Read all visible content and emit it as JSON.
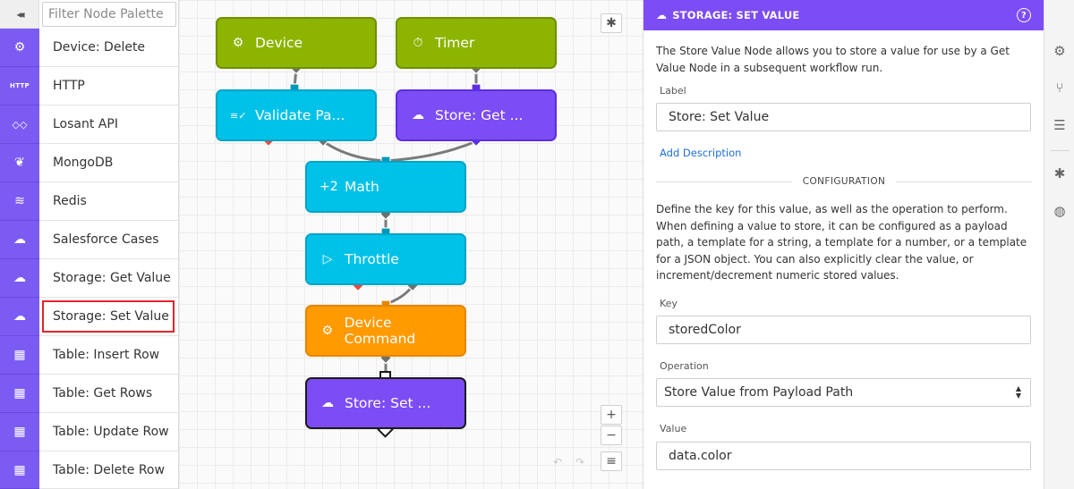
{
  "palette": {
    "collapse_glyph": "◂◂",
    "filter_placeholder": "Filter Node Palette",
    "items": [
      {
        "label": "Device: Delete",
        "icon": "chip-icon",
        "glyph": "⚙"
      },
      {
        "label": "HTTP",
        "icon": "http-icon",
        "glyph": "HTTP"
      },
      {
        "label": "Losant API",
        "icon": "losant-api-icon",
        "glyph": "◇◇"
      },
      {
        "label": "MongoDB",
        "icon": "mongodb-leaf-icon",
        "glyph": "❦"
      },
      {
        "label": "Redis",
        "icon": "redis-stack-icon",
        "glyph": "≋"
      },
      {
        "label": "Salesforce Cases",
        "icon": "salesforce-cloud-icon",
        "glyph": "☁"
      },
      {
        "label": "Storage: Get Value",
        "icon": "cloud-download-icon",
        "glyph": "☁"
      },
      {
        "label": "Storage: Set Value",
        "icon": "cloud-upload-icon",
        "glyph": "☁"
      },
      {
        "label": "Table: Insert Row",
        "icon": "table-insert-icon",
        "glyph": "▦"
      },
      {
        "label": "Table: Get Rows",
        "icon": "table-get-icon",
        "glyph": "▦"
      },
      {
        "label": "Table: Update Row",
        "icon": "table-update-icon",
        "glyph": "▦"
      },
      {
        "label": "Table: Delete Row",
        "icon": "table-delete-icon",
        "glyph": "▦"
      }
    ],
    "selected_label": "Storage: Set Value"
  },
  "canvas": {
    "nodes": {
      "device": {
        "label": "Device",
        "glyph": "⚙"
      },
      "timer": {
        "label": "Timer",
        "glyph": "⏱"
      },
      "validate": {
        "label": "Validate Pa...",
        "glyph": "≡✓"
      },
      "store_get": {
        "label": "Store: Get ...",
        "glyph": "☁"
      },
      "math": {
        "label": "Math",
        "glyph": "+2"
      },
      "throttle": {
        "label": "Throttle",
        "glyph": "▷"
      },
      "device_command": {
        "label": "Device Command",
        "glyph": "⚙"
      },
      "store_set": {
        "label": "Store: Set ...",
        "glyph": "☁"
      }
    },
    "debug_glyph": "✱",
    "zoom_in_glyph": "+",
    "zoom_out_glyph": "−",
    "undo_glyph": "↶",
    "redo_glyph": "↷",
    "menu_glyph": "≡"
  },
  "panel": {
    "title": "STORAGE: SET VALUE",
    "help_glyph": "?",
    "description": "The Store Value Node allows you to store a value for use by a Get Value Node in a subsequent workflow run.",
    "label_caption": "Label",
    "label_value": "Store: Set Value",
    "add_description": "Add Description",
    "configuration_heading": "CONFIGURATION",
    "configuration_text": "Define the key for this value, as well as the operation to perform. When defining a value to store, it can be configured as a payload path, a template for a string, a template for a number, or a template for a JSON object. You can also explicitly clear the value, or increment/decrement numeric stored values.",
    "key_caption": "Key",
    "key_value": "storedColor",
    "operation_caption": "Operation",
    "operation_value": "Store Value from Payload Path",
    "value_caption": "Value",
    "value_value": "data.color"
  },
  "colors": {
    "palette_icon_bg": "#7c5bf2",
    "node_green": "#8cb400",
    "node_cyan": "#00c2e8",
    "node_purple": "#7c4cf5",
    "node_orange": "#ff9a00",
    "selected_outline": "#e0262b",
    "link_blue": "#1f6fd6"
  }
}
